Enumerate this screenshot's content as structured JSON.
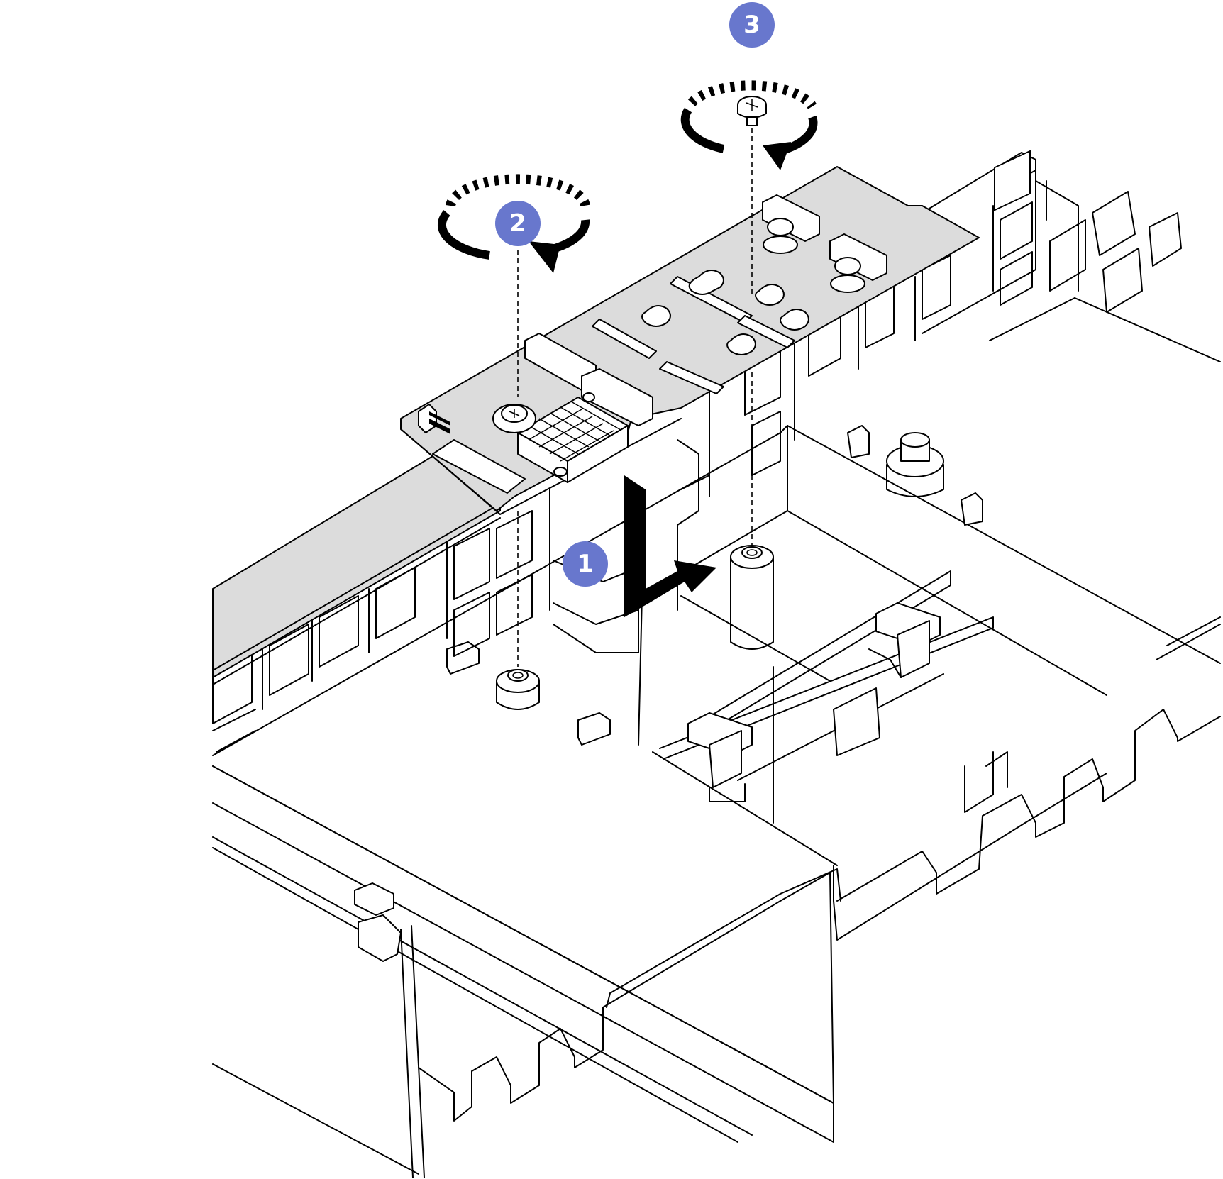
{
  "figure": {
    "step_badges": [
      {
        "label": "1"
      },
      {
        "label": "2"
      },
      {
        "label": "3"
      }
    ],
    "colors": {
      "badge": "#6877cd",
      "board": "#dcdcdc",
      "line": "#000000",
      "background": "#ffffff"
    },
    "icons": [
      "down-then-right-arrow-icon",
      "rotate-clockwise-icon",
      "rotate-clockwise-icon",
      "screw-icon"
    ]
  }
}
